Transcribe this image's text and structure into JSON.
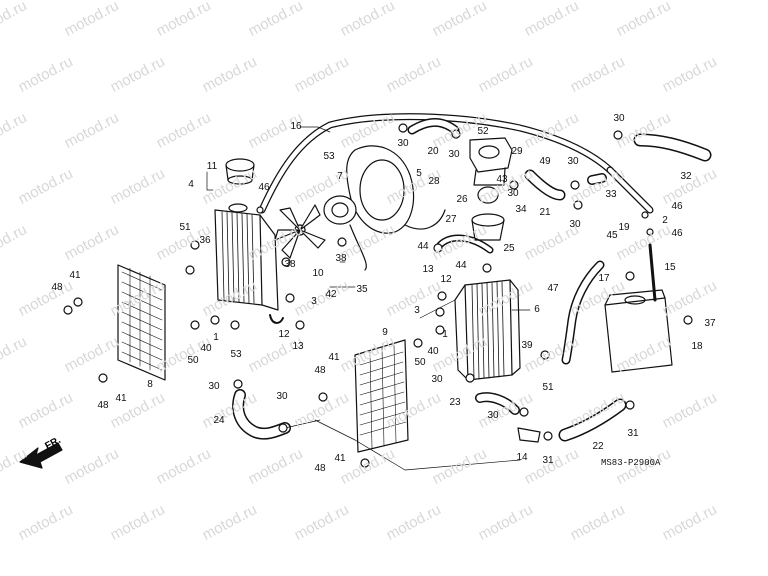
{
  "watermark": "motod.ru",
  "diagram_code": "MS83-P2900A",
  "direction_label": "FR.",
  "callouts": [
    {
      "id": "c16",
      "label": "16"
    },
    {
      "id": "c30a",
      "label": "30"
    },
    {
      "id": "c20",
      "label": "20"
    },
    {
      "id": "c52",
      "label": "52"
    },
    {
      "id": "c29",
      "label": "29"
    },
    {
      "id": "c49",
      "label": "49"
    },
    {
      "id": "c30b",
      "label": "30"
    },
    {
      "id": "c32",
      "label": "32"
    },
    {
      "id": "c53a",
      "label": "53"
    },
    {
      "id": "c30c",
      "label": "30"
    },
    {
      "id": "c43",
      "label": "43"
    },
    {
      "id": "c30d",
      "label": "30"
    },
    {
      "id": "c28",
      "label": "28"
    },
    {
      "id": "c30e",
      "label": "30"
    },
    {
      "id": "c11",
      "label": "11"
    },
    {
      "id": "c4",
      "label": "4"
    },
    {
      "id": "c46a",
      "label": "46"
    },
    {
      "id": "c7",
      "label": "7"
    },
    {
      "id": "c5",
      "label": "5"
    },
    {
      "id": "c26",
      "label": "26"
    },
    {
      "id": "c33",
      "label": "33"
    },
    {
      "id": "c21",
      "label": "21"
    },
    {
      "id": "c30f",
      "label": "30"
    },
    {
      "id": "c46b",
      "label": "46"
    },
    {
      "id": "c2",
      "label": "2"
    },
    {
      "id": "c34",
      "label": "34"
    },
    {
      "id": "c27",
      "label": "27"
    },
    {
      "id": "c51a",
      "label": "51"
    },
    {
      "id": "c36",
      "label": "36"
    },
    {
      "id": "c19",
      "label": "19"
    },
    {
      "id": "c45",
      "label": "45"
    },
    {
      "id": "c46c",
      "label": "46"
    },
    {
      "id": "c44a",
      "label": "44"
    },
    {
      "id": "c25",
      "label": "25"
    },
    {
      "id": "c38a",
      "label": "38"
    },
    {
      "id": "c38b",
      "label": "38"
    },
    {
      "id": "c10",
      "label": "10"
    },
    {
      "id": "c15",
      "label": "15"
    },
    {
      "id": "c44b",
      "label": "44"
    },
    {
      "id": "c13a",
      "label": "13"
    },
    {
      "id": "c12a",
      "label": "12"
    },
    {
      "id": "c17",
      "label": "17"
    },
    {
      "id": "c41a",
      "label": "41"
    },
    {
      "id": "c35",
      "label": "35"
    },
    {
      "id": "c42",
      "label": "42"
    },
    {
      "id": "c47",
      "label": "47"
    },
    {
      "id": "c48a",
      "label": "48"
    },
    {
      "id": "c3a",
      "label": "3"
    },
    {
      "id": "c6",
      "label": "6"
    },
    {
      "id": "c37",
      "label": "37"
    },
    {
      "id": "c12b",
      "label": "12"
    },
    {
      "id": "c3b",
      "label": "3"
    },
    {
      "id": "c13b",
      "label": "13"
    },
    {
      "id": "c9",
      "label": "9"
    },
    {
      "id": "c1a",
      "label": "1"
    },
    {
      "id": "c40a",
      "label": "40"
    },
    {
      "id": "c53b",
      "label": "53"
    },
    {
      "id": "c50a",
      "label": "50"
    },
    {
      "id": "c40b",
      "label": "40"
    },
    {
      "id": "c1b",
      "label": "1"
    },
    {
      "id": "c18",
      "label": "18"
    },
    {
      "id": "c50b",
      "label": "50"
    },
    {
      "id": "c39",
      "label": "39"
    },
    {
      "id": "c41b",
      "label": "41"
    },
    {
      "id": "c8",
      "label": "8"
    },
    {
      "id": "c51b",
      "label": "51"
    },
    {
      "id": "c48b",
      "label": "48"
    },
    {
      "id": "c41c",
      "label": "41"
    },
    {
      "id": "c30g",
      "label": "30"
    },
    {
      "id": "c30h",
      "label": "30"
    },
    {
      "id": "c48c",
      "label": "48"
    },
    {
      "id": "c23",
      "label": "23"
    },
    {
      "id": "c30i",
      "label": "30"
    },
    {
      "id": "c30j",
      "label": "30"
    },
    {
      "id": "c24",
      "label": "24"
    },
    {
      "id": "c31a",
      "label": "31"
    },
    {
      "id": "c22",
      "label": "22"
    },
    {
      "id": "c14",
      "label": "14"
    },
    {
      "id": "c31b",
      "label": "31"
    },
    {
      "id": "c41d",
      "label": "41"
    },
    {
      "id": "c48d",
      "label": "48"
    }
  ]
}
